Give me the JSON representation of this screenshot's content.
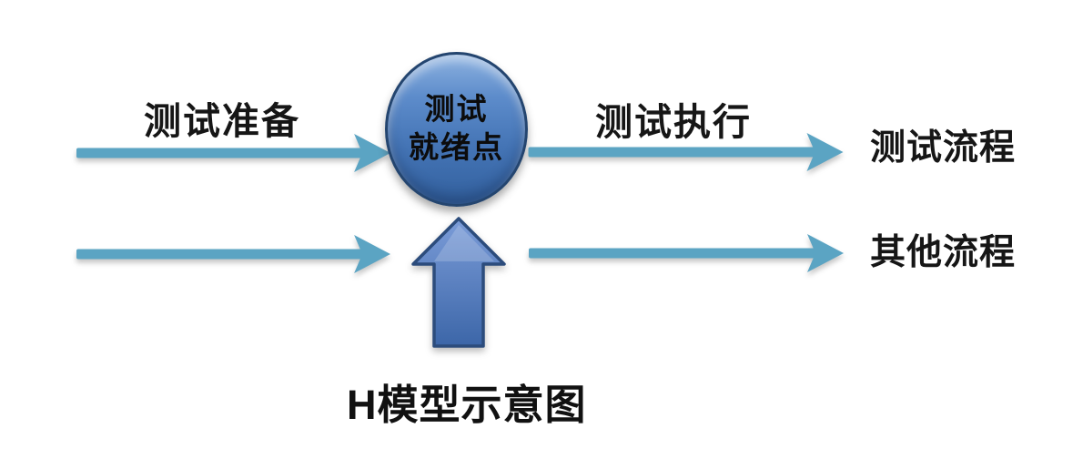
{
  "diagram": {
    "title": "H模型示意图",
    "node": {
      "line1": "测试",
      "line2": "就绪点"
    },
    "edge_labels": {
      "test_preparation": "测试准备",
      "test_execution": "测试执行"
    },
    "lane_labels": {
      "test_flow": "测试流程",
      "other_flow": "其他流程"
    },
    "colors": {
      "background": "#ffffff",
      "arrow_teal": "#5ba4c3",
      "node_fill_light": "#8db2e0",
      "node_fill_dark": "#33619f",
      "node_border": "#24456f",
      "up_arrow_fill_light": "#7b9cd8",
      "up_arrow_fill_dark": "#3c66a8",
      "up_arrow_border": "#2c4c7c",
      "text": "#161616"
    }
  }
}
